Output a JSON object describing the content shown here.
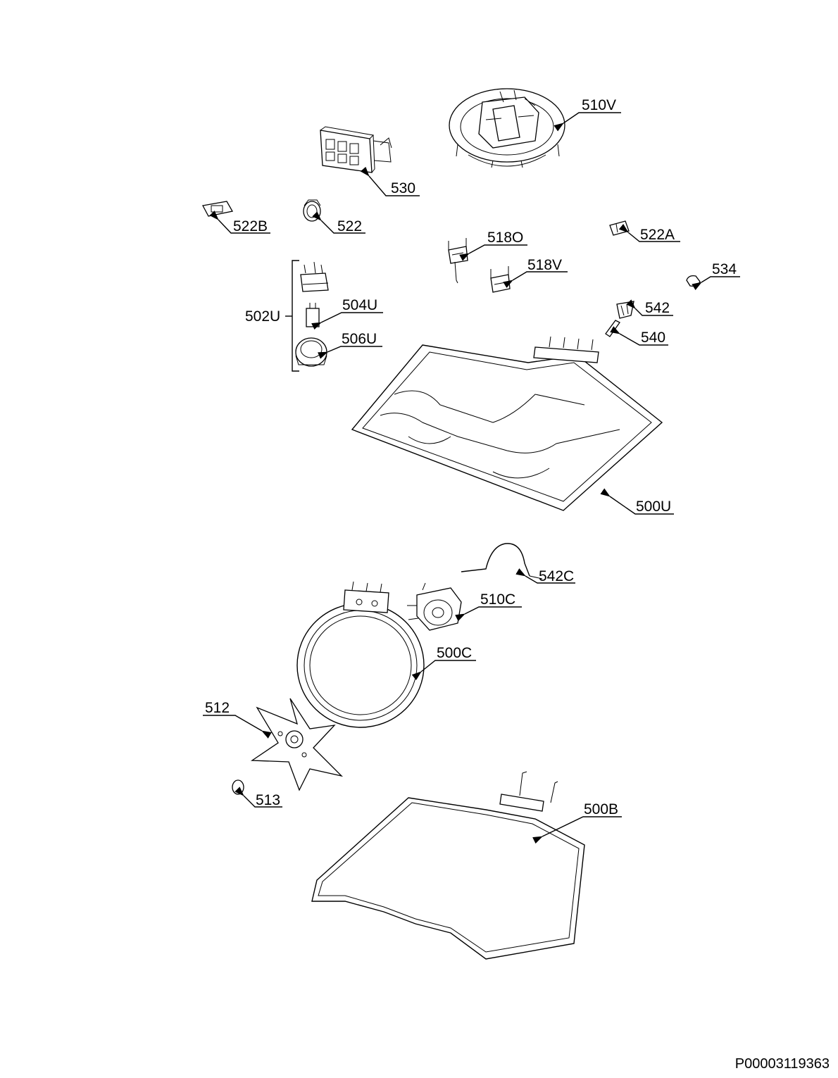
{
  "parts": [
    {
      "key": "p510V",
      "label": "510V"
    },
    {
      "key": "p530",
      "label": "530"
    },
    {
      "key": "p522B",
      "label": "522B"
    },
    {
      "key": "p522",
      "label": "522"
    },
    {
      "key": "p518O",
      "label": "518O"
    },
    {
      "key": "p522A",
      "label": "522A"
    },
    {
      "key": "p518V",
      "label": "518V"
    },
    {
      "key": "p534",
      "label": "534"
    },
    {
      "key": "p502U",
      "label": "502U"
    },
    {
      "key": "p504U",
      "label": "504U"
    },
    {
      "key": "p542",
      "label": "542"
    },
    {
      "key": "p540",
      "label": "540"
    },
    {
      "key": "p506U",
      "label": "506U"
    },
    {
      "key": "p500U",
      "label": "500U"
    },
    {
      "key": "p542C",
      "label": "542C"
    },
    {
      "key": "p510C",
      "label": "510C"
    },
    {
      "key": "p500C",
      "label": "500C"
    },
    {
      "key": "p512",
      "label": "512"
    },
    {
      "key": "p513",
      "label": "513"
    },
    {
      "key": "p500B",
      "label": "500B"
    }
  ],
  "reference_code": "P00003119363"
}
